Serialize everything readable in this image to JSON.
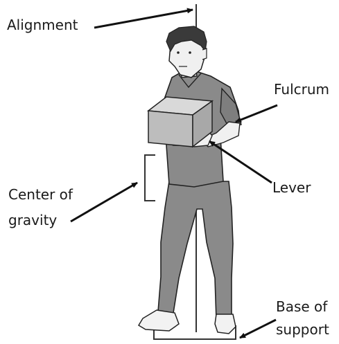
{
  "labels": {
    "alignment": "Alignment",
    "fulcrum": "Fulcrum",
    "lever": "Lever",
    "center_of_gravity_line1": "Center of",
    "center_of_gravity_line2": "gravity",
    "base_of_support_line1": "Base of",
    "base_of_support_line2": "support"
  },
  "colors": {
    "skin": "#f0f0f0",
    "hair": "#3a3a3a",
    "scrubs": "#8a8a8a",
    "scrubs_dark": "#6e6e6e",
    "box": "#bdbdbd",
    "box_top": "#d9d9d9",
    "box_side": "#a8a8a8",
    "shoes": "#f2f2f2",
    "line": "#333333",
    "text": "#1a1a1a"
  }
}
